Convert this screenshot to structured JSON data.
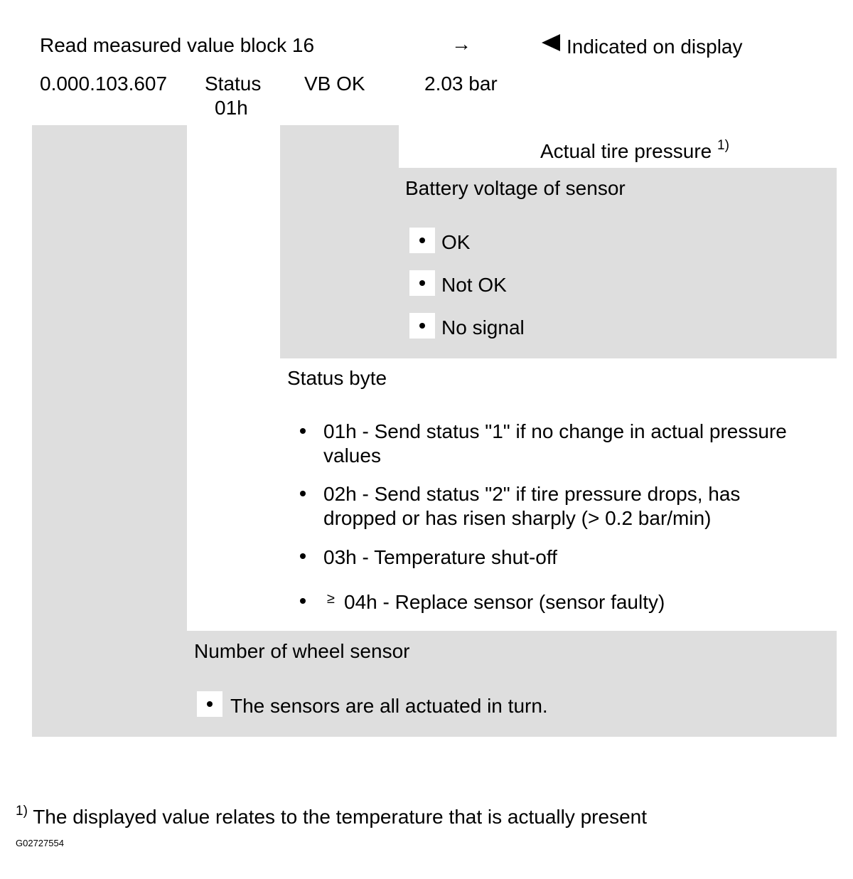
{
  "header": {
    "title": "Read measured value block 16",
    "arrow": "→",
    "display_marker_icon": "left-triangle-icon",
    "display_note": "Indicated on display"
  },
  "readout": {
    "value_1": "0.000.103.607",
    "status_label": "Status",
    "status_value": "01h",
    "vb": "VB OK",
    "pressure": "2.03 bar"
  },
  "actual_pressure": {
    "label": "Actual tire pressure",
    "footnote_ref": "1)"
  },
  "battery": {
    "heading": "Battery voltage of sensor",
    "items": [
      "OK",
      "Not OK",
      "No signal"
    ]
  },
  "status_byte": {
    "heading": "Status byte",
    "items": [
      "01h - Send status \"1\" if no change in actual pressure values",
      "02h - Send status \"2\" if tire pressure drops, has dropped or has risen sharply (> 0.2 bar/min)",
      "03h - Temperature shut-off",
      "04h - Replace sensor (sensor faulty)"
    ],
    "ge_symbol": "≥"
  },
  "wheel_sensor": {
    "heading": "Number of wheel sensor",
    "items": [
      "The sensors are all actuated in turn."
    ]
  },
  "footnote": {
    "mark": "1)",
    "text": "The displayed value relates to the temperature that is actually present"
  },
  "figure_id": "G02727554",
  "colors": {
    "panel_gray": "#dedede",
    "text": "#000000",
    "background": "#ffffff"
  }
}
